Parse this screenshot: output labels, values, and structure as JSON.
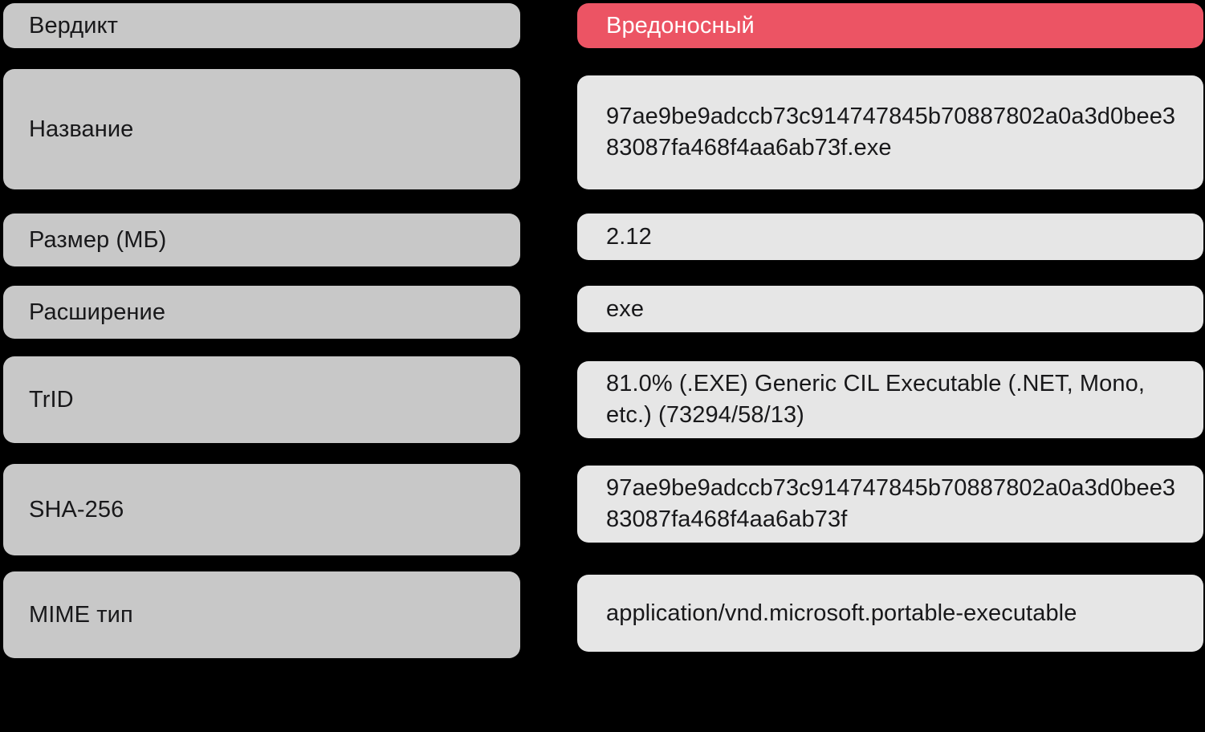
{
  "colors": {
    "background": "#000000",
    "label_box": "#c8c8c8",
    "value_box": "#e6e6e6",
    "verdict_malicious": "#ec5464",
    "text": "#18181a",
    "text_on_accent": "#ffffff"
  },
  "table": {
    "rows": [
      {
        "label": "Вердикт",
        "value": "Вредоносный",
        "style": "malicious"
      },
      {
        "label": "Название",
        "value": "97ae9be9adccb73c914747845b70887802a0a3d0bee383087fa468f4aa6ab73f.exe",
        "style": "normal"
      },
      {
        "label": "Размер (МБ)",
        "value": "2.12",
        "style": "normal"
      },
      {
        "label": "Расширение",
        "value": "exe",
        "style": "normal"
      },
      {
        "label": "TrID",
        "value": "81.0% (.EXE) Generic CIL Executable (.NET, Mono, etc.) (73294/58/13)",
        "style": "normal"
      },
      {
        "label": "SHA-256",
        "value": "97ae9be9adccb73c914747845b70887802a0a3d0bee383087fa468f4aa6ab73f",
        "style": "normal"
      },
      {
        "label": "MIME тип",
        "value": "application/vnd.microsoft.portable-executable",
        "style": "normal"
      }
    ]
  }
}
